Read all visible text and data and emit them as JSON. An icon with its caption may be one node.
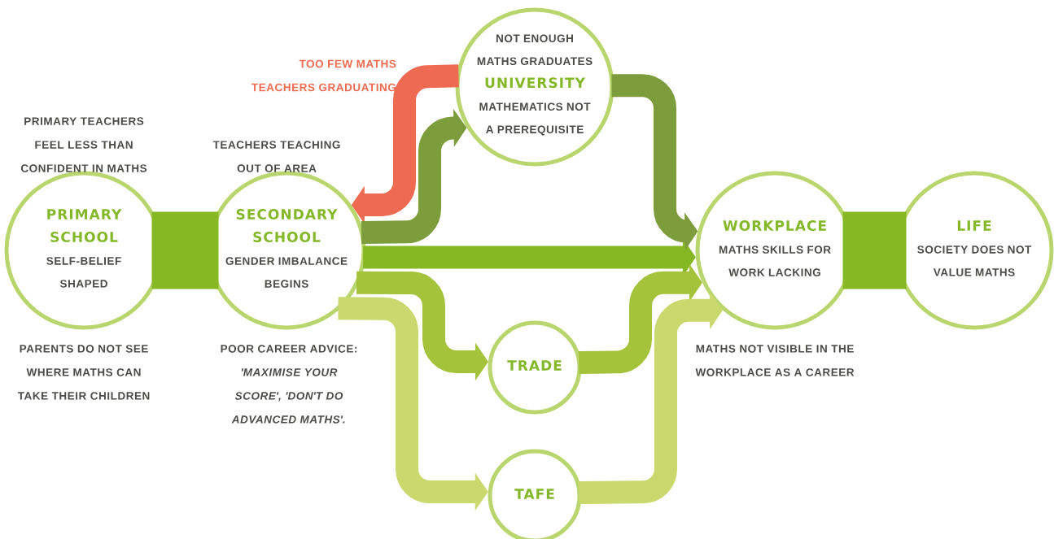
{
  "diagram": {
    "nodes": [
      {
        "text": [
          "PRIMARY SCHOOL",
          "SELF-BELIEF SHAPED"
        ],
        "beside": [
          "PRIMARY TEACHERS FEEL LESS THAN CONFIDENT IN MATHS",
          "PARENTS DO NOT SEE WHERE MATHS CAN TAKE THEIR CHILDREN"
        ]
      },
      {
        "text": [
          "SECONDARY SCHOOL",
          "GENDER IMBALANCE BEGINS"
        ],
        "beside": [
          "TEACHERS TEACHING OUT OF AREA",
          "POOR CAREER ADVICE: *'MAXIMISE YOUR SCORE', 'DON'T DO ADVANCED MATHS'.*"
        ]
      },
      {
        "text": [
          "NOT ENOUGH MATHS GRADUATES",
          "UNIVERSITY",
          "MATHEMATICS NOT A PREREQUISITE"
        ]
      },
      {
        "text": [
          "TRADE"
        ]
      },
      {
        "text": [
          "TAFE"
        ]
      },
      {
        "text": [
          "WORKPLACE",
          "MATHS SKILLS FOR WORK LACKING"
        ],
        "beside": [
          "MATHS NOT VISIBLE IN THE WORKPLACE AS A CAREER"
        ]
      },
      {
        "text": [
          "LIFE",
          "SOCIETY DOES NOT VALUE MATHS"
        ]
      }
    ],
    "edges": [
      {
        "from": 0,
        "to": 1,
        "arrow": "none",
        "style": "thick"
      },
      {
        "from": 1,
        "to": 5,
        "arrow": "to"
      },
      {
        "from": 1,
        "to": 2,
        "arrow": "to",
        "color": "#7d9c3c"
      },
      {
        "from": 2,
        "to": 1,
        "arrow": "to",
        "color": "#ee6b51"
      },
      {
        "from": 2,
        "to": 5,
        "arrow": "to",
        "color": "#7d9c3c"
      },
      {
        "from": 1,
        "to": 3,
        "arrow": "to",
        "color": "#a4c33b"
      },
      {
        "from": 3,
        "to": 5,
        "arrow": "to",
        "color": "#a4c33b"
      },
      {
        "from": 1,
        "to": 4,
        "arrow": "to",
        "color": "#c9d96e"
      },
      {
        "from": 4,
        "to": 5,
        "arrow": "to",
        "color": "#c9d96e"
      },
      {
        "from": 5,
        "to": 6,
        "arrow": "none",
        "style": "thick"
      }
    ],
    "labels": [
      "TOO FEW MATHS TEACHERS GRADUATING"
    ]
  }
}
